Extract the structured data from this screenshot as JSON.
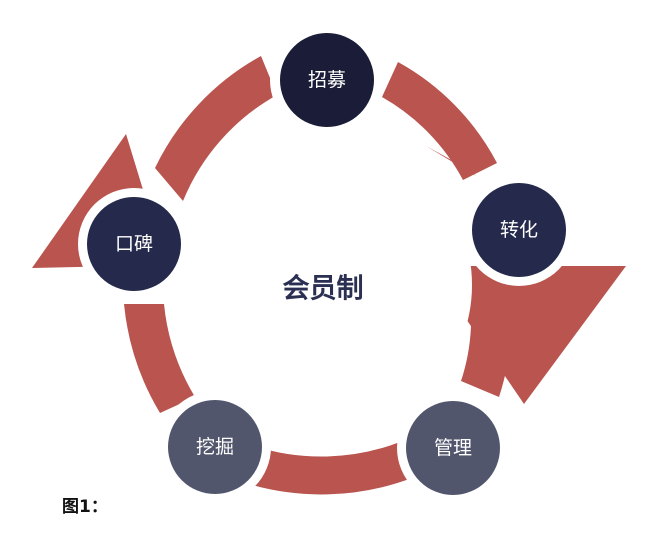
{
  "diagram": {
    "center_label": "会员制",
    "caption": "图1：",
    "colors": {
      "arc": "#b9544f",
      "node_dark": "#1a1c38",
      "node_navy": "#25294c",
      "node_slate": "#51566c",
      "center_text": "#2b2f52"
    },
    "nodes": [
      {
        "id": "recruit",
        "label": "招募",
        "color": "#1a1c38"
      },
      {
        "id": "convert",
        "label": "转化",
        "color": "#25294c"
      },
      {
        "id": "manage",
        "label": "管理",
        "color": "#51566c"
      },
      {
        "id": "mine",
        "label": "挖掘",
        "color": "#51566c"
      },
      {
        "id": "word-of-mouth",
        "label": "口碑",
        "color": "#25294c"
      }
    ]
  }
}
